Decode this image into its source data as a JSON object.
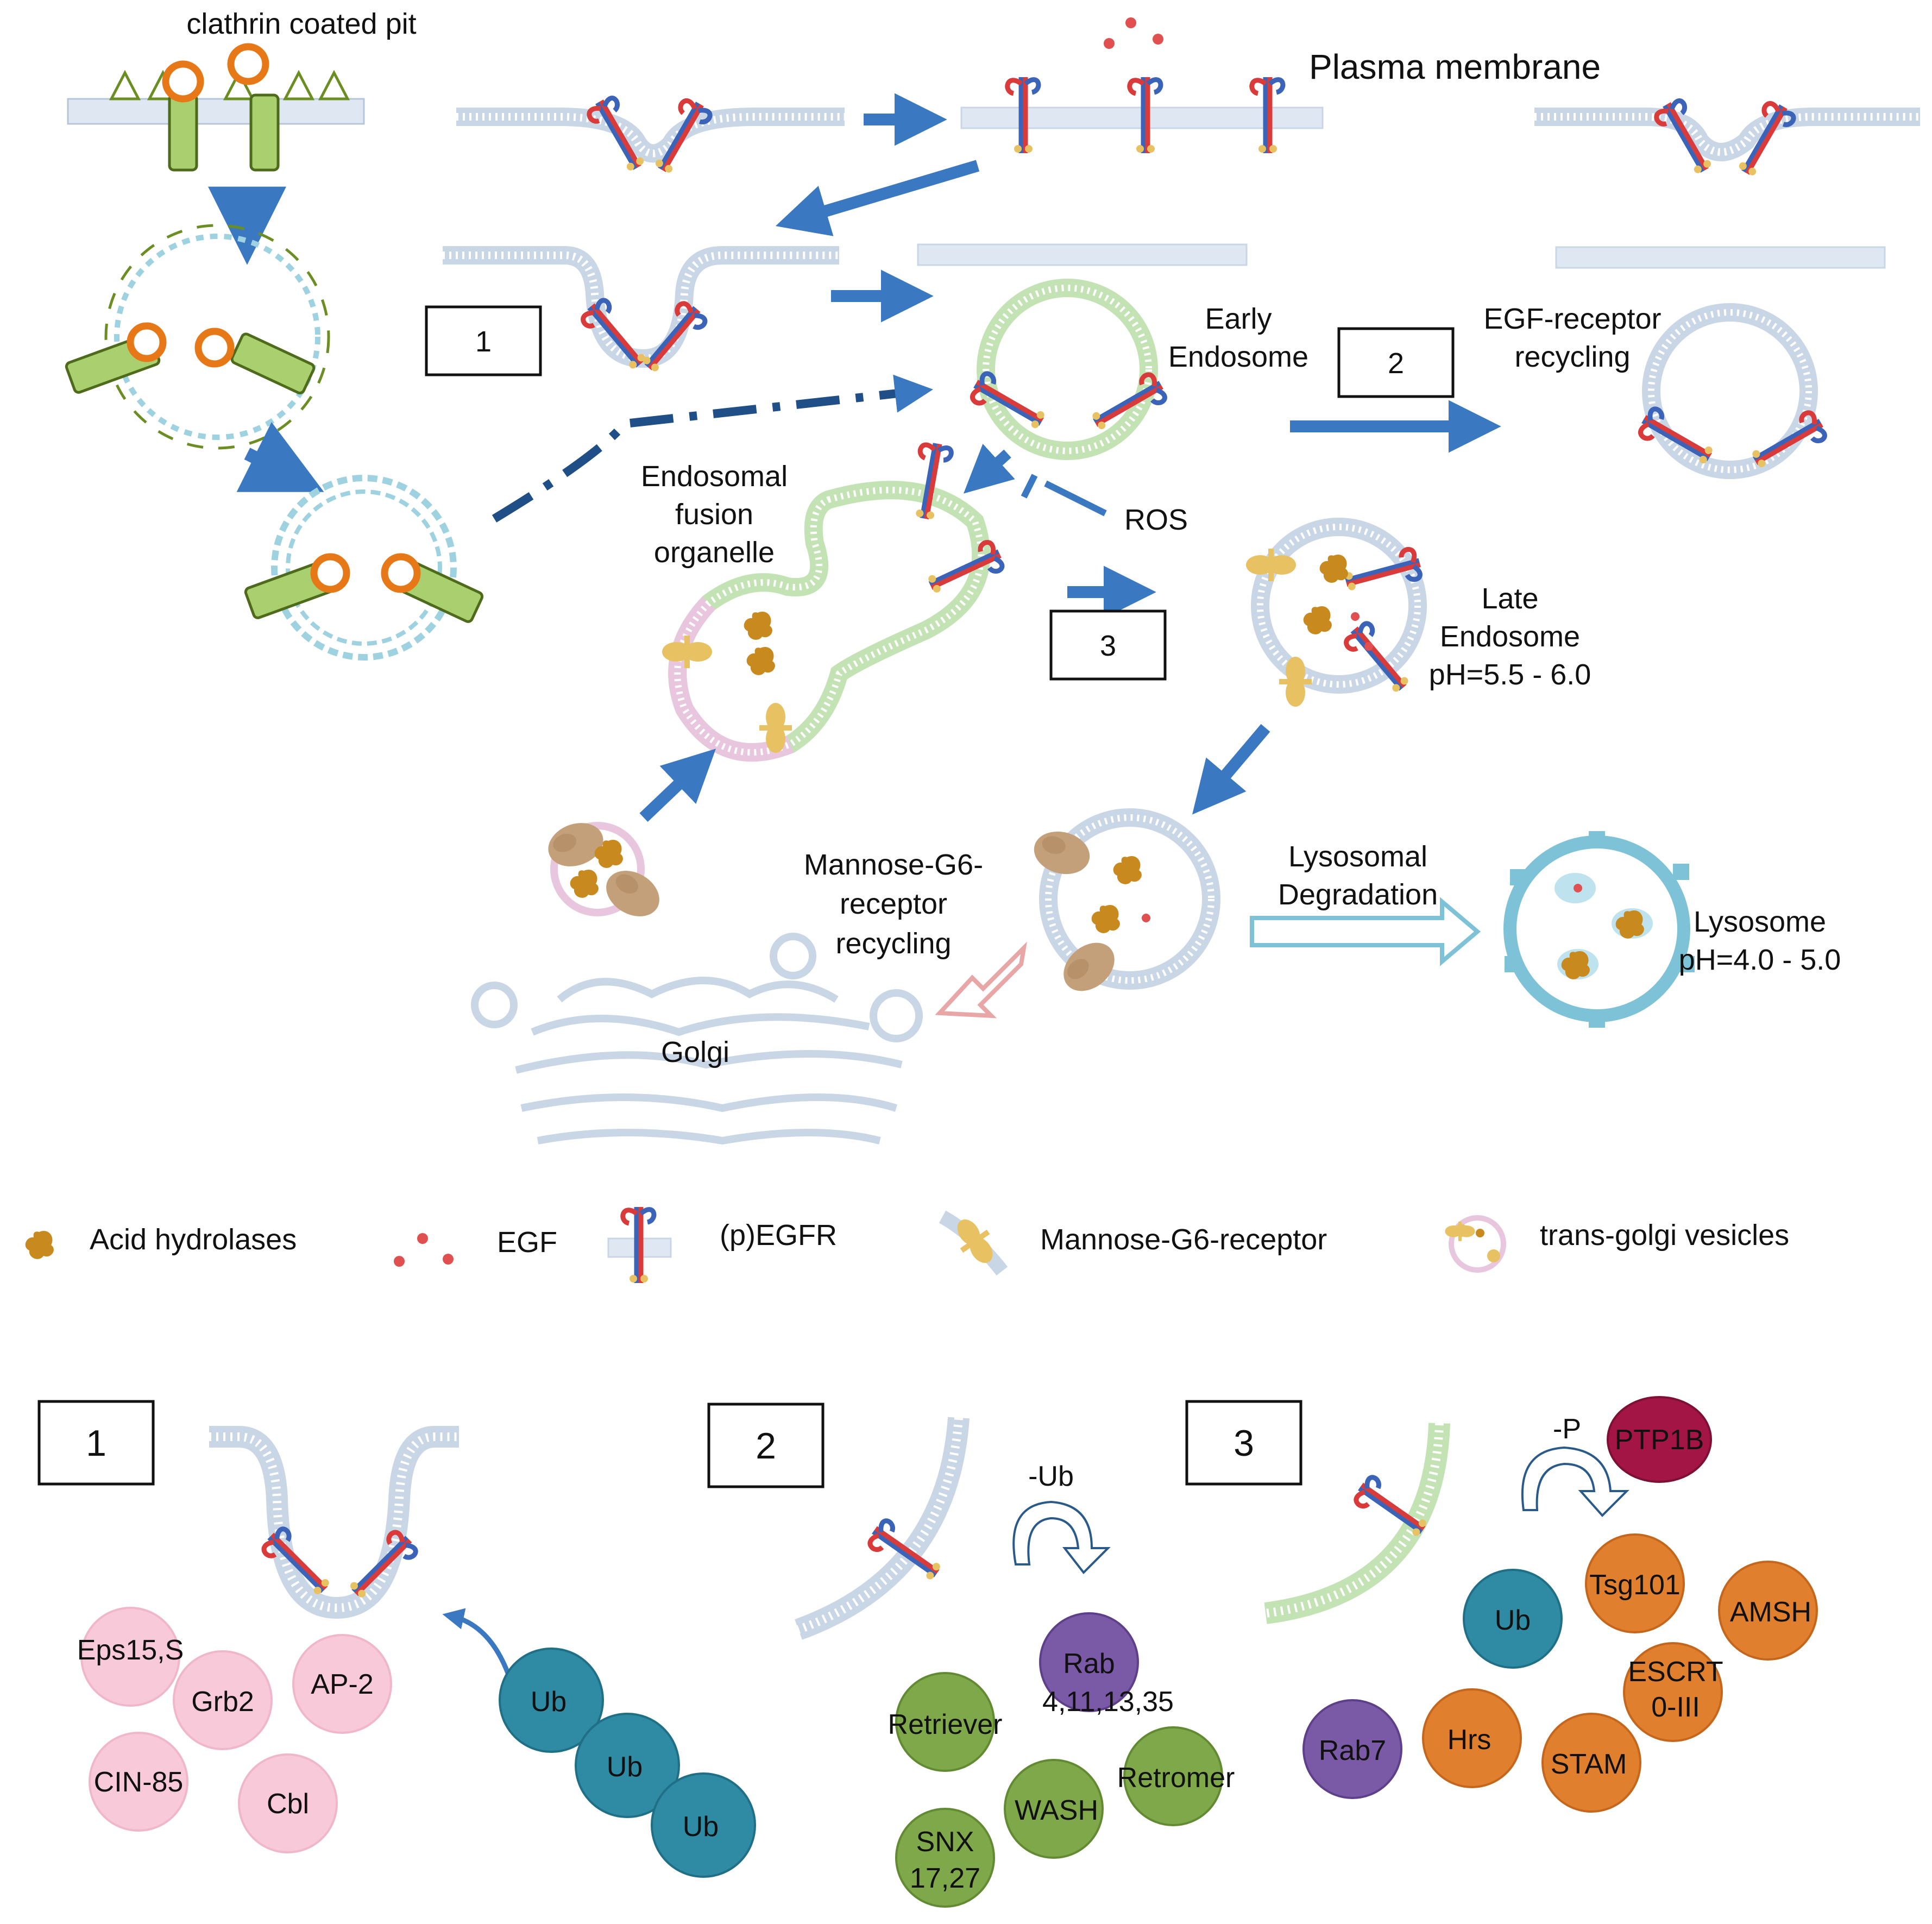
{
  "labels": {
    "clathrin_pit": "clathrin coated pit",
    "plasma_membrane": "Plasma membrane",
    "early_endosome": [
      "Early",
      "Endosome"
    ],
    "egfr_recycling": [
      "EGF-receptor",
      "recycling"
    ],
    "fusion_organelle": [
      "Endosomal",
      "fusion",
      "organelle"
    ],
    "ros": "ROS",
    "late_endosome": [
      "Late",
      "Endosome",
      "pH=5.5 - 6.0"
    ],
    "m6p_recycling": [
      "Mannose-G6-",
      "receptor",
      "recycling"
    ],
    "lysosomal_degradation": [
      "Lysosomal",
      "Degradation"
    ],
    "lysosome": [
      "Lysosome",
      "pH=4.0 - 5.0"
    ],
    "golgi": "Golgi",
    "step_1": "1",
    "step_2": "2",
    "step_3": "3"
  },
  "legend": {
    "acid_hydrolases": "Acid hydrolases",
    "egf": "EGF",
    "egfr": "(p)EGFR",
    "m6p_receptor": "Mannose-G6-receptor",
    "tgn_vesicles": "trans-golgi vesicles"
  },
  "panel1": {
    "box": "1",
    "proteins": [
      "Eps15,S",
      "Grb2",
      "AP-2",
      "CIN-85",
      "Cbl"
    ],
    "ubiquitin": [
      "Ub",
      "Ub",
      "Ub"
    ]
  },
  "panel2": {
    "box": "2",
    "reaction": "-Ub",
    "proteins": [
      "Rab",
      "4,11,13,35",
      "Retriever",
      "Retromer",
      "WASH",
      "SNX",
      "17,27"
    ]
  },
  "panel3": {
    "box": "3",
    "reaction": "-P",
    "proteins": [
      "PTP1B",
      "Tsg101",
      "Ub",
      "AMSH",
      "ESCRT",
      "0-III",
      "Rab7",
      "Hrs",
      "STAM"
    ]
  },
  "colors": {
    "arrow": "#3a78c2",
    "membrane": "#c9d6e6",
    "clathrin": "#6b8e23",
    "egf": "#e05050",
    "receptor_red": "#d93b3b",
    "receptor_blue": "#3b64b8",
    "hydrolase": "#c88a1e",
    "m6p": "#e8c262",
    "lysosome": "#7ec2d8",
    "pink_protein": "#f7c9d9",
    "green_protein": "#7fa84a",
    "purple_protein": "#7a5aa6",
    "teal_ub": "#2f8aa3",
    "orange_protein": "#e07f2e",
    "ptp1b": "#a31545"
  }
}
